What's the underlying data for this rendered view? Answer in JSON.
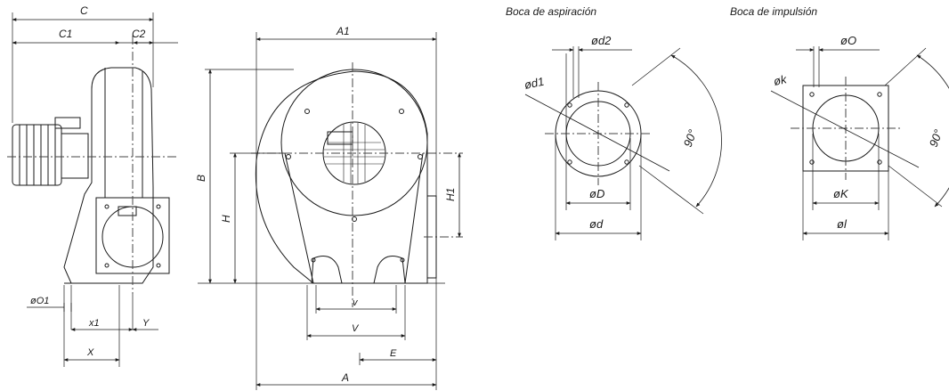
{
  "captions": {
    "suction": "Boca de aspiración",
    "discharge": "Boca de impulsión"
  },
  "dims": {
    "C": "C",
    "C1": "C1",
    "C2": "C2",
    "O1": "øO1",
    "x1": "x1",
    "X": "X",
    "Y": "Y",
    "A1": "A1",
    "B": "B",
    "H": "H",
    "H1": "H1",
    "v": "v",
    "V": "V",
    "A": "A",
    "E": "E",
    "d2": "ød2",
    "d1": "ød1",
    "D": "øD",
    "d": "ød",
    "angle_s": "90°",
    "O": "øO",
    "k": "øk",
    "K": "øK",
    "l": "øl",
    "angle_d": "90°"
  },
  "colors": {
    "line": "#1a1a1a",
    "centerline": "#444444"
  }
}
